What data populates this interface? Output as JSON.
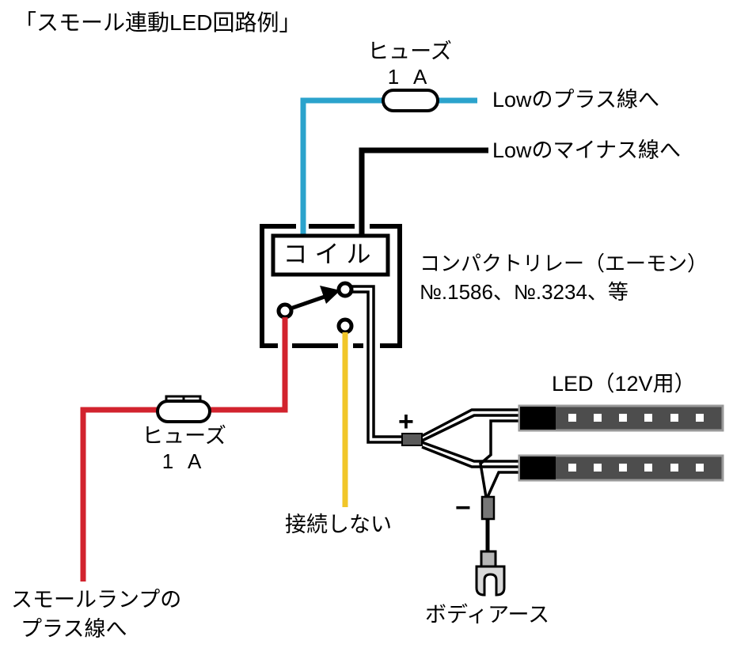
{
  "title": "「スモール連動LED回路例」",
  "colors": {
    "wire_blue": "#2ba3cc",
    "wire_red": "#d2232e",
    "wire_yellow": "#f1c629",
    "wire_black": "#000000",
    "led_body": "#4d4d4d",
    "led_connector": "#000000",
    "connector_gray": "#5a5a5a",
    "terminal_gray": "#b5b5b5"
  },
  "top_circuit": {
    "fuse_label": "ヒューズ",
    "fuse_rating": "1 A",
    "low_plus_label": "Lowのプラス線へ",
    "low_minus_label": "Lowのマイナス線へ"
  },
  "relay": {
    "coil_label": "コイル",
    "name_line1": "コンパクトリレー（エーモン）",
    "name_line2": "№.1586、№.3234、等"
  },
  "led": {
    "label": "LED（12V用）",
    "plus_sign": "+",
    "minus_sign": "−",
    "earth_label": "ボディアース"
  },
  "bottom_circuit": {
    "fuse_label": "ヒューズ",
    "fuse_rating": "1 A",
    "not_connected_label": "接続しない",
    "source_line1": "スモールランプの",
    "source_line2": "プラス線へ"
  }
}
